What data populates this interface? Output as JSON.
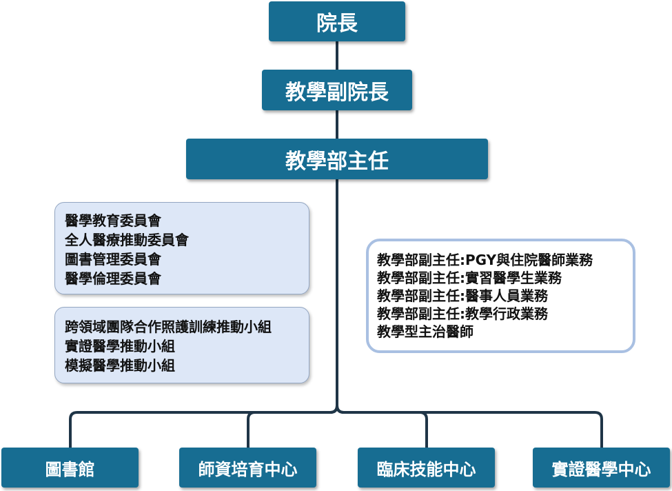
{
  "colors": {
    "node_fill": "#176d92",
    "node_text": "#ffffff",
    "connector": "#1f3547",
    "committee_fill": "#dde7f7",
    "deputy_border": "#a9c0e2"
  },
  "org": {
    "president": "院長",
    "vice_president_education": "教學副院長",
    "education_director": "教學部主任"
  },
  "committees": [
    "醫學教育委員會",
    "全人醫療推動委員會",
    "圖書管理委員會",
    "醫學倫理委員會"
  ],
  "task_groups": [
    "跨領域團隊合作照護訓練推動小組",
    "實證醫學推動小組",
    "模擬醫學推動小組"
  ],
  "deputies": [
    {
      "prefix": "教學部副主任:",
      "accent": "PGY",
      "suffix": "與住院醫師業務"
    },
    {
      "prefix": "教學部副主任:",
      "accent": "",
      "suffix": "實習醫學生業務"
    },
    {
      "prefix": "教學部副主任:",
      "accent": "",
      "suffix": "醫事人員業務"
    },
    {
      "prefix": "教學部副主任:",
      "accent": "",
      "suffix": "教學行政業務"
    },
    {
      "prefix": "教學型主治醫師",
      "accent": "",
      "suffix": ""
    }
  ],
  "centers": [
    "圖書館",
    "師資培育中心",
    "臨床技能中心",
    "實證醫學中心"
  ]
}
